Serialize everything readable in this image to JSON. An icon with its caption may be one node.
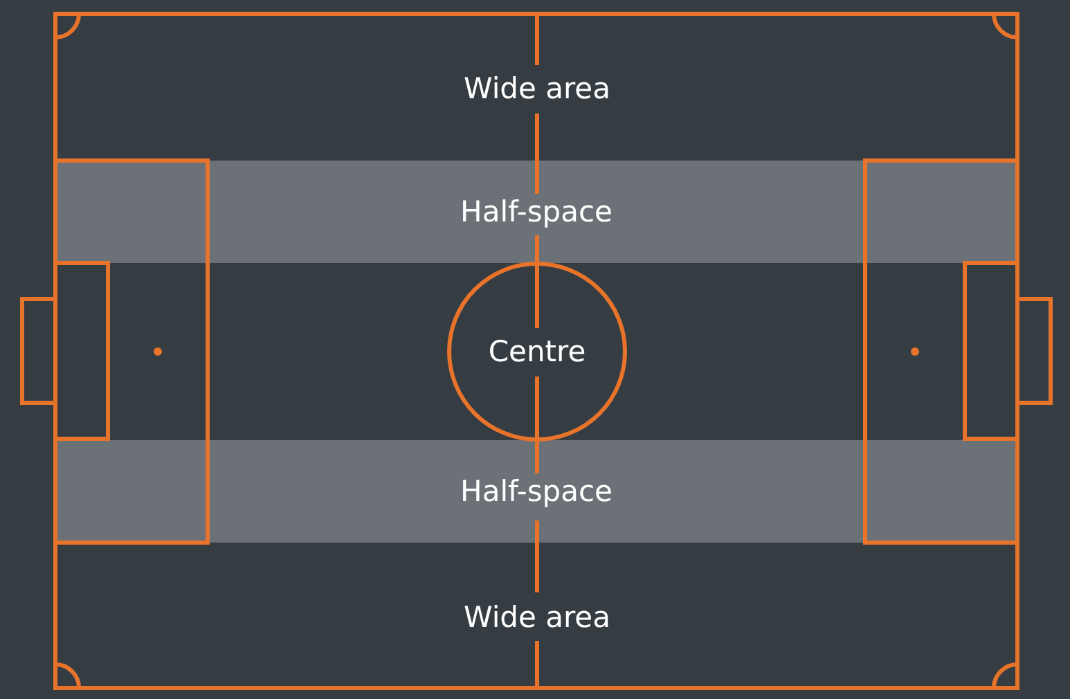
{
  "diagram": {
    "nodes": [
      {
        "text": [
          "Half-space"
        ]
      },
      {
        "text": [
          "Centre"
        ]
      },
      {
        "text": [
          "Half-space"
        ]
      }
    ],
    "labels": [
      "Wide area",
      "Wide area"
    ]
  }
}
